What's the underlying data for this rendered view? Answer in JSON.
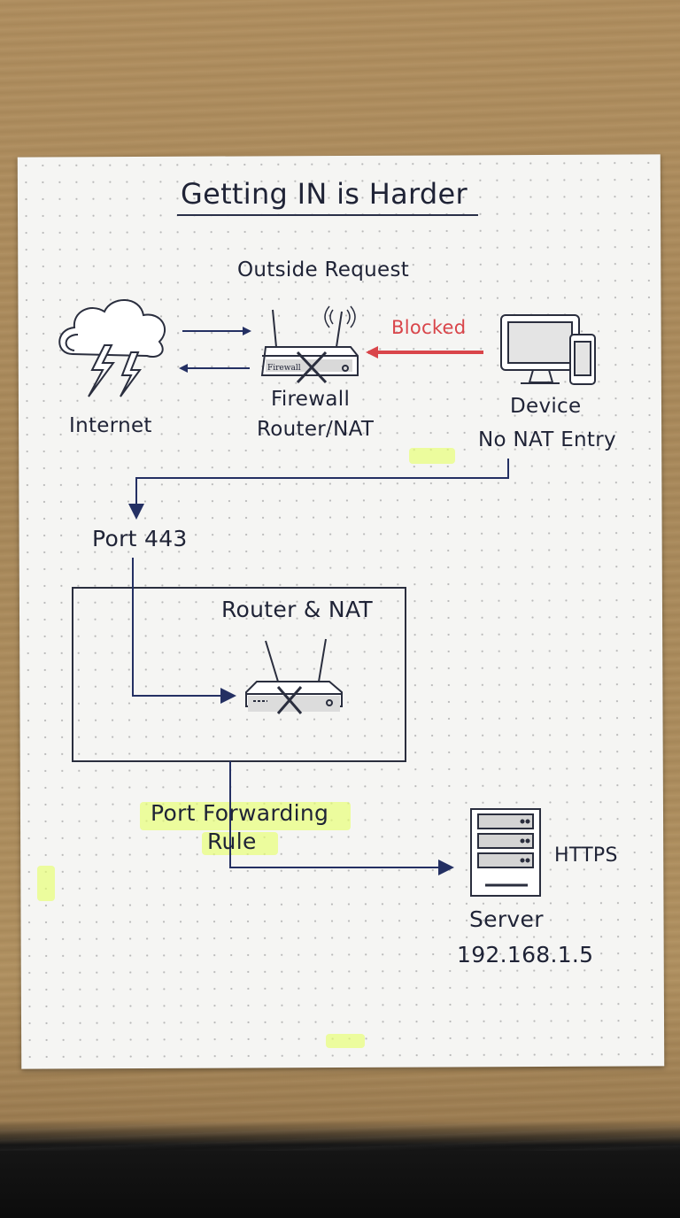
{
  "title": "Getting IN is Harder",
  "labels": {
    "outside_request": "Outside Request",
    "blocked": "Blocked",
    "internet": "Internet",
    "firewall": "Firewall",
    "router_nat": "Router/NAT",
    "firewall_device_text": "Firewall",
    "device": "Device",
    "no_nat_entry": "No NAT Entry",
    "port_443": "Port 443",
    "router_and_nat": "Router & NAT",
    "port_forwarding": "Port Forwarding",
    "rule": "Rule",
    "https": "HTTPS",
    "server": "Server",
    "server_ip": "192.168.1.5"
  },
  "colors": {
    "ink": "#1f2336",
    "arrow_blue": "#243063",
    "blocked_red": "#d9454a",
    "highlighter": "#e9ff6e"
  },
  "icons": [
    "cloud-lightning-icon",
    "router-firewall-icon",
    "monitor-icon",
    "phone-icon",
    "router-icon",
    "server-icon"
  ]
}
